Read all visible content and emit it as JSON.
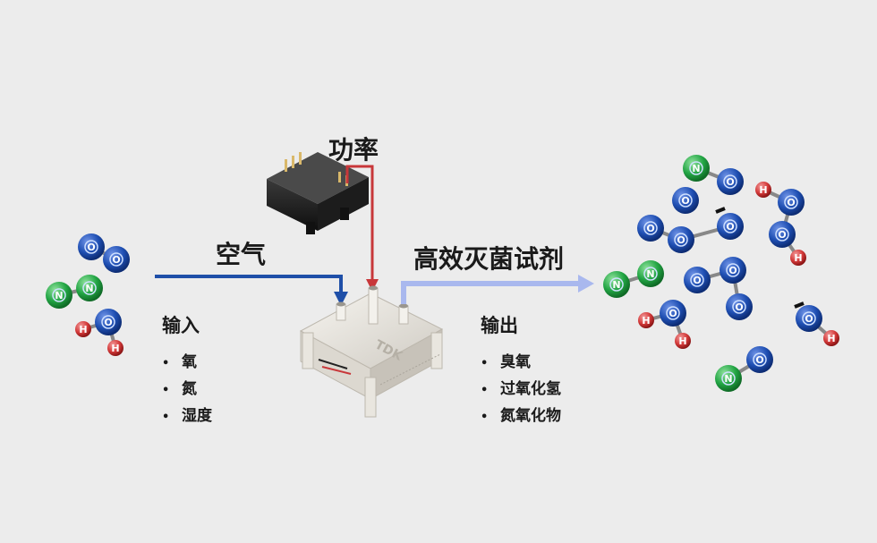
{
  "labels": {
    "power": "功率",
    "air": "空气",
    "output_arrow": "高效灭菌试剂",
    "input_title": "输入",
    "output_title": "输出"
  },
  "input_items": [
    "氧",
    "氮",
    "湿度"
  ],
  "output_items": [
    "臭氧",
    "过氧化氢",
    "氮氧化物"
  ],
  "device": {
    "brand_mark": "TDK"
  },
  "atoms": {
    "oxygen": "O",
    "nitrogen": "N",
    "hydrogen": "H"
  },
  "colors": {
    "background": "#ececec",
    "air_line": "#1f4fa8",
    "power_line": "#c8373a",
    "output_arrow": "#a9b8ee",
    "oxygen": "#1f4fb3",
    "nitrogen": "#2ab24a",
    "hydrogen": "#d43a3a"
  }
}
